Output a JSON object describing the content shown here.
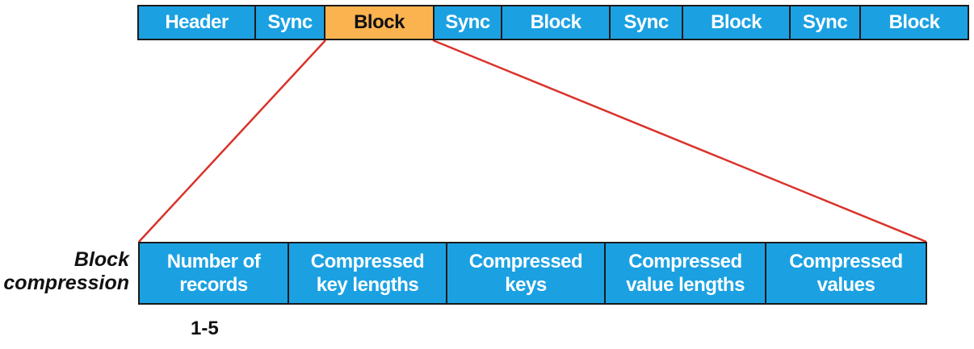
{
  "top_row": {
    "segments": [
      {
        "label": "Header",
        "highlight": false
      },
      {
        "label": "Sync",
        "highlight": false
      },
      {
        "label": "Block",
        "highlight": true
      },
      {
        "label": "Sync",
        "highlight": false
      },
      {
        "label": "Block",
        "highlight": false
      },
      {
        "label": "Sync",
        "highlight": false
      },
      {
        "label": "Block",
        "highlight": false
      },
      {
        "label": "Sync",
        "highlight": false
      },
      {
        "label": "Block",
        "highlight": false
      }
    ]
  },
  "side_label": "Block\ncompression",
  "bottom_row": {
    "segments": [
      {
        "label": "Number of\nrecords"
      },
      {
        "label": "Compressed\nkey lengths"
      },
      {
        "label": "Compressed\nkeys"
      },
      {
        "label": "Compressed\nvalue lengths"
      },
      {
        "label": "Compressed\nvalues"
      }
    ]
  },
  "range_note": "1-5",
  "colors": {
    "segment": "#1ba1e2",
    "highlight": "#fbb350",
    "zoom_line": "#d9332b",
    "border": "#1a1a1a"
  }
}
